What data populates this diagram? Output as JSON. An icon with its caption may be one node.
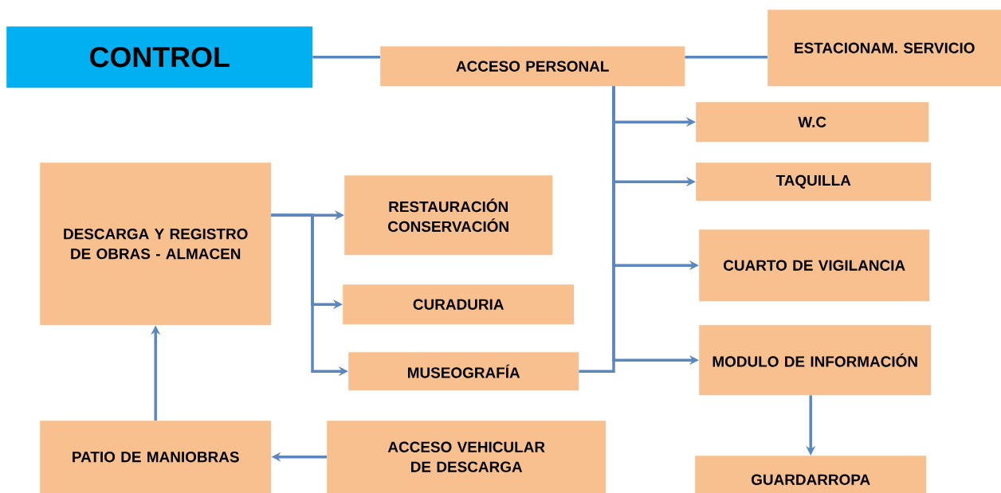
{
  "diagram": {
    "nodes": [
      {
        "text": [
          "CONTROL"
        ]
      },
      {
        "text": [
          "ACCESO PERSONAL"
        ]
      },
      {
        "text": [
          "ESTACIONAM. SERVICIO"
        ]
      },
      {
        "text": [
          "W.C"
        ]
      },
      {
        "text": [
          "TAQUILLA"
        ]
      },
      {
        "text": [
          "DESCARGA Y REGISTRO DE OBRAS - ALMACEN"
        ]
      },
      {
        "text": [
          "RESTAURACIÓN CONSERVACIÓN"
        ]
      },
      {
        "text": [
          "CURADURIA"
        ]
      },
      {
        "text": [
          "CUARTO DE VIGILANCIA"
        ]
      },
      {
        "text": [
          "MUSEOGRAFÍA"
        ]
      },
      {
        "text": [
          "MODULO DE INFORMACIÓN"
        ]
      },
      {
        "text": [
          "PATIO DE MANIOBRAS"
        ]
      },
      {
        "text": [
          "ACCESO VEHICULAR DE DESCARGA"
        ]
      },
      {
        "text": [
          "GUARDARROPA"
        ]
      }
    ],
    "edges": [
      {
        "from": 0,
        "to": 1,
        "arrow": "none"
      },
      {
        "from": 1,
        "to": 2,
        "arrow": "none"
      },
      {
        "from": 1,
        "to": 3,
        "arrow": "to"
      },
      {
        "from": 1,
        "to": 4,
        "arrow": "to"
      },
      {
        "from": 1,
        "to": 8,
        "arrow": "to"
      },
      {
        "from": 1,
        "to": 10,
        "arrow": "to"
      },
      {
        "from": 9,
        "to": 1,
        "arrow": "none"
      },
      {
        "from": 5,
        "to": 6,
        "arrow": "to"
      },
      {
        "from": 5,
        "to": 7,
        "arrow": "to"
      },
      {
        "from": 5,
        "to": 9,
        "arrow": "to"
      },
      {
        "from": 10,
        "to": 13,
        "arrow": "to"
      },
      {
        "from": 12,
        "to": 11,
        "arrow": "to"
      },
      {
        "from": 11,
        "to": 5,
        "arrow": "to"
      }
    ]
  }
}
